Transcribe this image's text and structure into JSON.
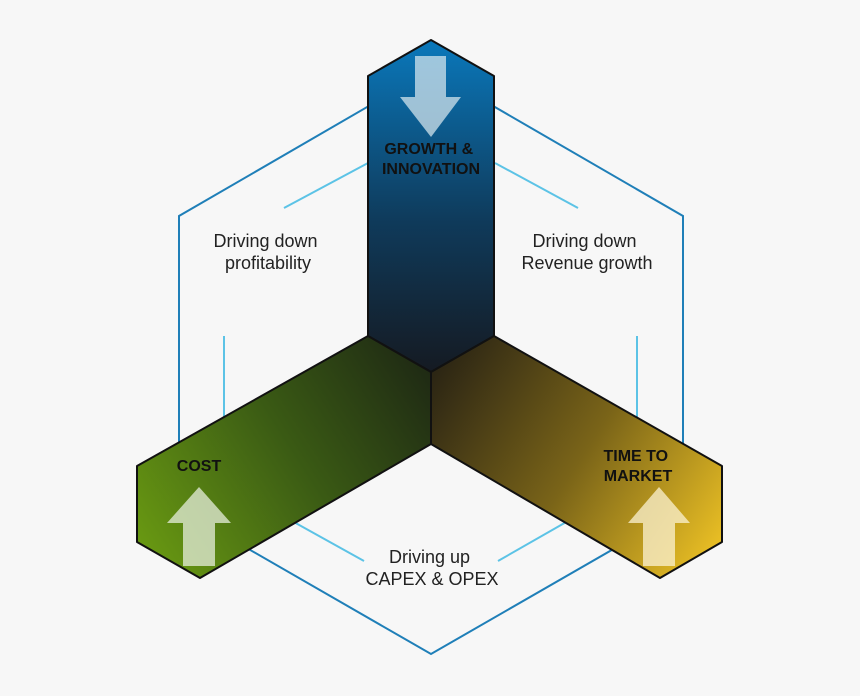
{
  "arms": {
    "growth": {
      "line1": "GROWTH &",
      "line2": "INNOVATION",
      "arrow": "down-arrow-icon",
      "color": "#0a74b5"
    },
    "cost": {
      "line1": "COST",
      "arrow": "up-arrow-icon",
      "color": "#6a9a10"
    },
    "time": {
      "line1": "TIME TO",
      "line2": "MARKET",
      "arrow": "up-arrow-icon",
      "color": "#e7bc22"
    }
  },
  "zones": {
    "left": {
      "line1": "Driving down",
      "line2": "profitability"
    },
    "right": {
      "line1": "Driving down",
      "line2": "Revenue growth"
    },
    "bottom": {
      "line1": "Driving up",
      "line2": "CAPEX & OPEX"
    }
  },
  "colors": {
    "outer_line": "#1f7fb8",
    "inner_line": "#5cc3e6",
    "outline": "#111111"
  }
}
